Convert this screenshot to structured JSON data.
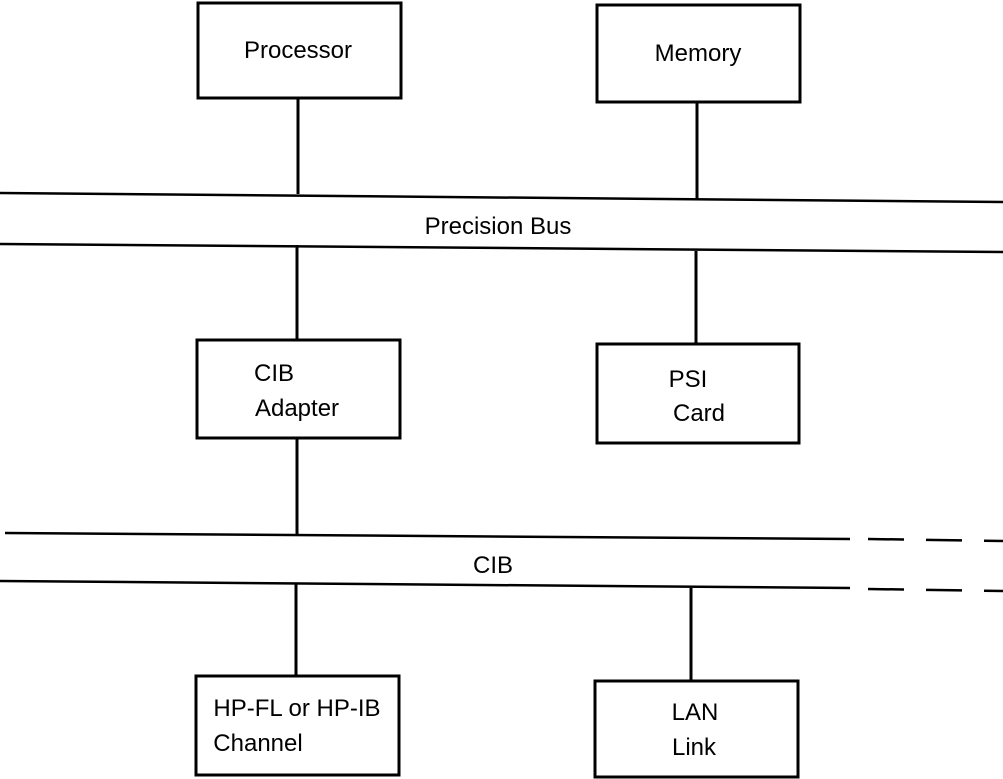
{
  "buses": {
    "precision": {
      "label": "Precision Bus"
    },
    "cib": {
      "label": "CIB"
    }
  },
  "boxes": {
    "processor": {
      "lines": [
        "Processor"
      ]
    },
    "memory": {
      "lines": [
        "Memory"
      ]
    },
    "cib_adapter": {
      "lines": [
        "CIB",
        "Adapter"
      ]
    },
    "psi_card": {
      "lines": [
        "PSI",
        "Card"
      ]
    },
    "channel": {
      "lines": [
        "HP-FL or HP-IB",
        "Channel"
      ]
    },
    "lan_link": {
      "lines": [
        "LAN",
        "Link"
      ]
    }
  }
}
